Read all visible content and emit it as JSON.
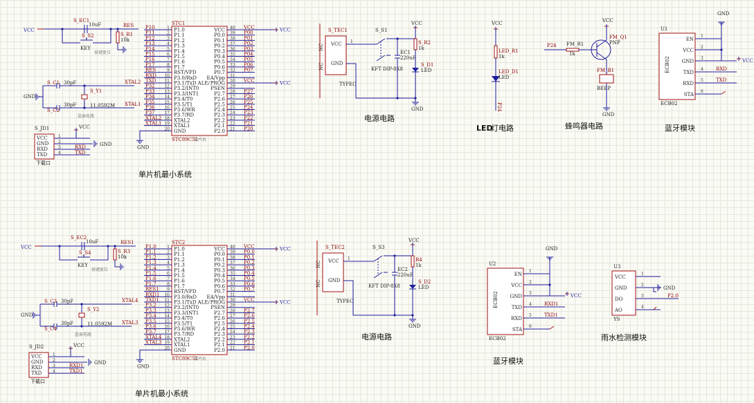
{
  "mcu_top": {
    "ref": "STC1",
    "part": "STC89C52",
    "sub": "单片机",
    "left_pins": [
      {
        "net": "P10",
        "no": "1",
        "name": "P1.0"
      },
      {
        "net": "P11",
        "no": "2",
        "name": "P1.1"
      },
      {
        "net": "P12",
        "no": "3",
        "name": "P1.2"
      },
      {
        "net": "P13",
        "no": "4",
        "name": "P1.3"
      },
      {
        "net": "P14",
        "no": "5",
        "name": "P1.4"
      },
      {
        "net": "P15",
        "no": "6",
        "name": "P1.5"
      },
      {
        "net": "P16",
        "no": "7",
        "name": "P1.6"
      },
      {
        "net": "P17",
        "no": "8",
        "name": "P1.7"
      },
      {
        "net": "RES",
        "no": "9",
        "name": "RST/VPD"
      },
      {
        "net": "RXD",
        "no": "10",
        "name": "P3.0/RxD"
      },
      {
        "net": "TXD",
        "no": "11",
        "name": "P3.1/TxD  ALE/"
      },
      {
        "net": "P32",
        "no": "12",
        "name": "P3.2/INT0"
      },
      {
        "net": "P33",
        "no": "13",
        "name": "P3.3/INT1"
      },
      {
        "net": "P34",
        "no": "14",
        "name": "P3.4/T0"
      },
      {
        "net": "P35",
        "no": "15",
        "name": "P3.5/T1"
      },
      {
        "net": "P36",
        "no": "16",
        "name": "P3.6/WR"
      },
      {
        "net": "P37",
        "no": "17",
        "name": "P3.7/RD"
      },
      {
        "net": "XTAL2",
        "no": "18",
        "name": "XTAL2"
      },
      {
        "net": "XTAL1",
        "no": "19",
        "name": "XTAL1"
      },
      {
        "net": "",
        "no": "20",
        "name": "GND"
      }
    ],
    "right_pins": [
      {
        "net": "VCC",
        "no": "40",
        "name": "VCC"
      },
      {
        "net": "P00",
        "no": "39",
        "name": "P0.0"
      },
      {
        "net": "P01",
        "no": "38",
        "name": "P0.1"
      },
      {
        "net": "P02",
        "no": "37",
        "name": "P0.2"
      },
      {
        "net": "P03",
        "no": "36",
        "name": "P0.3"
      },
      {
        "net": "P04",
        "no": "35",
        "name": "P0.4"
      },
      {
        "net": "P05",
        "no": "34",
        "name": "P0.5"
      },
      {
        "net": "P06",
        "no": "33",
        "name": "P0.6"
      },
      {
        "net": "P07",
        "no": "32",
        "name": "P0.7"
      },
      {
        "net": "",
        "no": "31",
        "name": "EA/Vpp"
      },
      {
        "net": "VCC",
        "no": "30",
        "name": "PROG"
      },
      {
        "net": "",
        "no": "29",
        "name": "PSEN"
      },
      {
        "net": "P27",
        "no": "28",
        "name": "P2.7"
      },
      {
        "net": "P26",
        "no": "27",
        "name": "P2.6"
      },
      {
        "net": "P25",
        "no": "26",
        "name": "P2.5"
      },
      {
        "net": "P24",
        "no": "25",
        "name": "P2.4"
      },
      {
        "net": "P23",
        "no": "24",
        "name": "P2.3"
      },
      {
        "net": "P22",
        "no": "23",
        "name": "P2.2"
      },
      {
        "net": "P21",
        "no": "22",
        "name": "P2.1"
      },
      {
        "net": "P20",
        "no": "21",
        "name": "P2.0"
      }
    ],
    "gnd": "GND",
    "caption": "单片机最小系统"
  },
  "mcu_bottom": {
    "ref": "STC2",
    "part": "STC89C52",
    "sub": "单片机",
    "left_nets": [
      "P1.0",
      "P1.1",
      "P1.2",
      "P1.3",
      "P1.4",
      "P1.5",
      "P1.6",
      "P1.7",
      "RES1",
      "RXD1",
      "TXD1",
      "P3.2",
      "P3.3",
      "P3.4",
      "P3.5",
      "P3.6",
      "P3.7",
      "XTAL4",
      "XTAL3",
      ""
    ],
    "right_nets": [
      "VCC",
      "P0.0",
      "P0.1",
      "P0.2",
      "P0.3",
      "P0.4",
      "P0.5",
      "P0.6",
      "P0.7",
      "",
      "VCC",
      "",
      "P2.7",
      "P2.6",
      "P2.5",
      "P2.4",
      "P2.3",
      "P2.2",
      "P2.1",
      "P2.0"
    ],
    "caption": "单片机最小系统"
  },
  "reset_top": {
    "cap": "S_EC1",
    "cap_val": "10uF",
    "sw": "S_S2",
    "sw_label": "KEY",
    "res": "S_R1",
    "res_val": "10k",
    "net": "RES",
    "vcc": "VCC",
    "note": "按键复位"
  },
  "reset_bot": {
    "cap": "S_EC2",
    "cap_val": "10uF",
    "sw": "S_S4",
    "sw_label": "KEY",
    "res": "S_R3",
    "res_val": "10k",
    "net": "RES1",
    "vcc": "VCC",
    "note": "按键复位"
  },
  "xtal_top": {
    "c1": "S_C1",
    "c1_val": "30pF",
    "c2": "S_C2",
    "c2_val": "30pF",
    "y": "S_Y1",
    "y_val": "11.0592M",
    "n1": "XTAL2",
    "n2": "XTAL1",
    "gnd": "GND",
    "note": "晶振电路"
  },
  "xtal_bot": {
    "c1": "S_C3",
    "c1_val": "30pF",
    "c2": "S_C4",
    "c2_val": "30pF",
    "y": "S_Y2",
    "y_val": "11.0592M",
    "n1": "XTAL4",
    "n2": "XTAL3",
    "gnd": "GND",
    "note": "晶振电路"
  },
  "prog_top": {
    "ref": "S_JD1",
    "vcc": "VCC",
    "gnd": "GND",
    "pins": [
      "VCC",
      "GND",
      "RXD",
      "TXD"
    ],
    "nets": [
      "RXD",
      "TXD"
    ],
    "note": "下载口"
  },
  "prog_bot": {
    "ref": "S_JD2",
    "vcc": "VCC",
    "gnd": "GND",
    "pins": [
      "VCC",
      "GND",
      "RXD",
      "TXD"
    ],
    "nets": [
      "RXD1",
      "TXD1"
    ],
    "note": "下载口"
  },
  "power_top": {
    "conn": "S_TEC1",
    "conn_type": "TYPEC",
    "pins": [
      "VCC",
      "GND"
    ],
    "nc": "NC",
    "sw": "S_S1",
    "sw_part": "KFT DIP-8X8",
    "cap": "EC1",
    "cap_val": "220uF",
    "res": "S_R2",
    "res_val": "1k",
    "led": "S_D1",
    "led_type": "LED",
    "vcc": "VCC",
    "gnd": "GND",
    "caption": "电源电路"
  },
  "power_bot": {
    "conn": "S_TEC2",
    "conn_type": "TYPEC",
    "pins": [
      "VCC",
      "GND"
    ],
    "nc": "NC",
    "sw": "S_S3",
    "sw_part": "KFT DIP-8X8",
    "cap": "EC2",
    "cap_val": "220uF",
    "res": "R4",
    "res_val": "1k",
    "led": "S_D2",
    "led_type": "LED",
    "vcc": "VCC",
    "gnd": "GND",
    "caption": "电源电路"
  },
  "led": {
    "vcc": "VCC",
    "res": "LED_R1",
    "res_val": "1k",
    "led": "LED_D1",
    "led_type": "LED",
    "net": "P24",
    "caption_bold": "LED",
    "caption_rest": "灯电路"
  },
  "buzzer": {
    "net": "P24",
    "res": "FM_R1",
    "res_val": "1k",
    "q": "FM_Q1",
    "q_type": "PNP",
    "vcc": "VCC",
    "bz": "FM_B1",
    "bz_type": "BEEP",
    "gnd": "GND",
    "caption": "蜂鸣器电路"
  },
  "bt_top": {
    "ref": "U1",
    "part": "ECB02",
    "pins": [
      "EN",
      "VCC",
      "GND",
      "TXD",
      "RXD",
      "STA"
    ],
    "nos": [
      "1",
      "2",
      "3",
      "4",
      "5",
      "6"
    ],
    "nets": [
      "",
      "VCC",
      "GND",
      "RXD",
      "TXD",
      ""
    ],
    "gnd": "GND",
    "vcc": "VCC",
    "caption": "蓝牙模块"
  },
  "bt_bot": {
    "ref": "U2",
    "part": "ECB02",
    "pins": [
      "EN",
      "VCC",
      "GND",
      "TXD",
      "RXD",
      "STA"
    ],
    "nos": [
      "1",
      "2",
      "3",
      "4",
      "5",
      "6"
    ],
    "nets": [
      "",
      "VCC",
      "",
      "RXD1",
      "TXD1",
      ""
    ],
    "gnd": "GND",
    "vcc": "VCC",
    "caption": "蓝牙模块"
  },
  "rain": {
    "ref": "U3",
    "part": "YS",
    "pins": [
      "VCC",
      "GND",
      "DO",
      "AO"
    ],
    "nos": [
      "1",
      "2",
      "3",
      "4"
    ],
    "nets": [
      "",
      "GND",
      "P2.0",
      ""
    ],
    "caption": "雨水检测模块"
  }
}
